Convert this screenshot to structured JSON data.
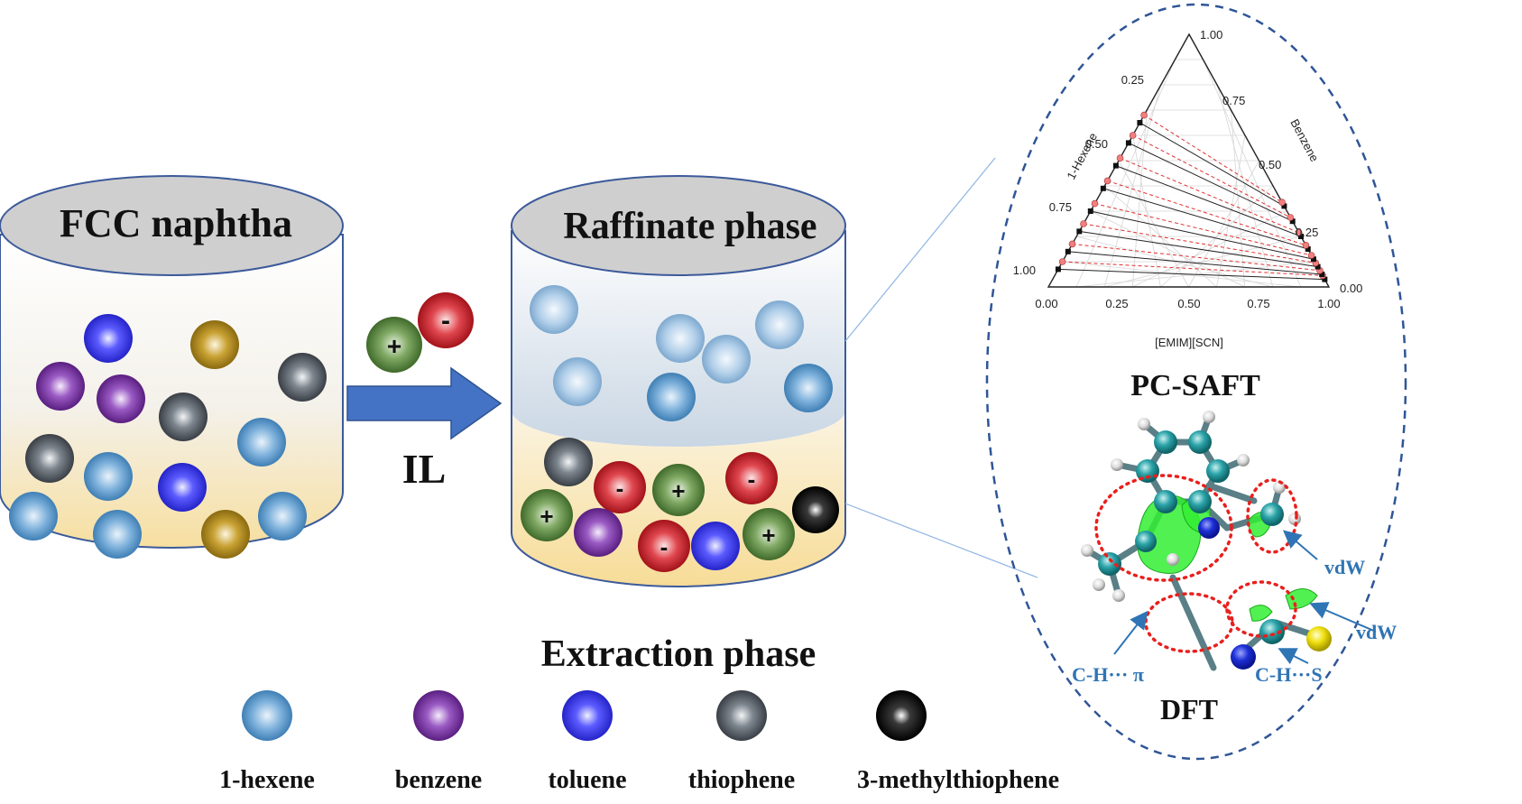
{
  "left_container": {
    "label": "FCC naphtha"
  },
  "right_container": {
    "top_label": "Raffinate phase",
    "bottom_label": "Extraction phase"
  },
  "arrow": {
    "label": "IL"
  },
  "ion_signs": {
    "cation": "+",
    "anion": "-"
  },
  "legend": [
    {
      "label": "1-hexene",
      "color": "#5b9bd5"
    },
    {
      "label": "benzene",
      "color": "#7030a0"
    },
    {
      "label": "toluene",
      "color": "#3a3aff"
    },
    {
      "label": "thiophene",
      "color": "#5f6670"
    },
    {
      "label": "3-methylthiophene",
      "color": "#111111"
    }
  ],
  "colors": {
    "cation": "#5e8e45",
    "anion": "#d0202a",
    "container_top": "#cfcfcf",
    "container_outline": "#3c5a9a",
    "thiophene_gold": "#b8860b",
    "arrow": "#4472c4",
    "dashed_ellipse": "#2f5597"
  },
  "ternary": {
    "axis_bottom_title": "[EMIM][SCN]",
    "axis_left_title": "1-Hexene",
    "axis_right_title": "Benzene",
    "ticks": [
      "0.00",
      "0.25",
      "0.50",
      "0.75",
      "1.00"
    ],
    "caption": "PC-SAFT"
  },
  "dft": {
    "caption": "DFT",
    "labels": {
      "vdw_top": "vdW",
      "vdw_bottom": "vdW",
      "ch_pi": "C-H··· π",
      "ch_s": "C-H···S"
    }
  }
}
